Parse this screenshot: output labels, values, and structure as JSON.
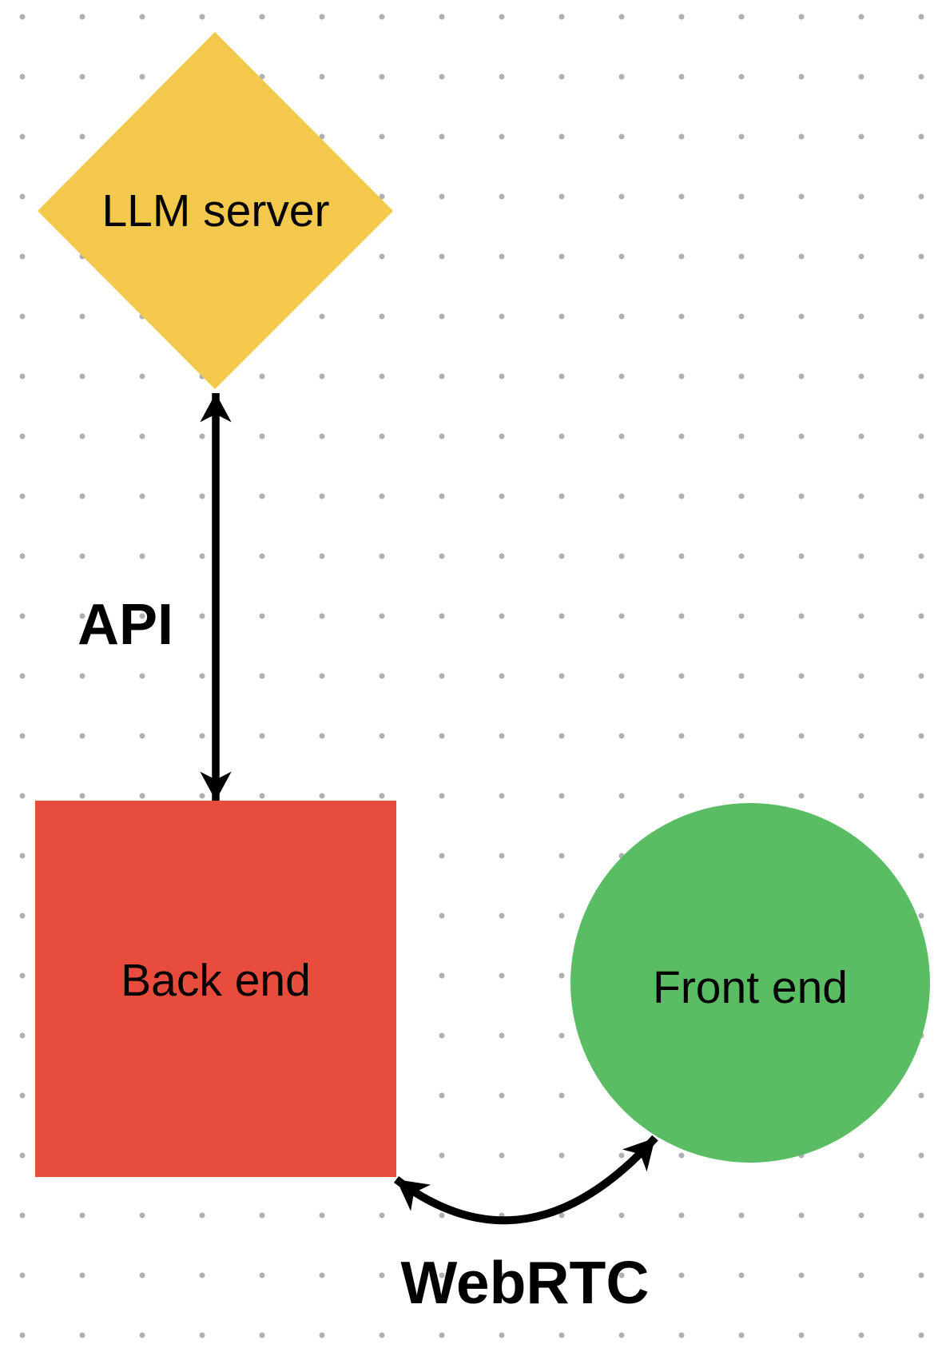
{
  "canvas": {
    "background": "#ffffff",
    "dot_color": "#b0b0b2"
  },
  "nodes": [
    {
      "label": "LLM server",
      "shape": "diamond",
      "fill": "#f2c94c",
      "text_color": "#000000"
    },
    {
      "label": "Back end",
      "shape": "square",
      "fill": "#e84c3d",
      "text_color": "#000000"
    },
    {
      "label": "Front end",
      "shape": "circle",
      "fill": "#5bbd63",
      "text_color": "#000000"
    }
  ],
  "connectors": [
    {
      "label": "API",
      "style": "straight-double-arrow",
      "color": "#000000"
    },
    {
      "label": "WebRTC",
      "style": "curved-double-arrow",
      "color": "#000000"
    }
  ]
}
